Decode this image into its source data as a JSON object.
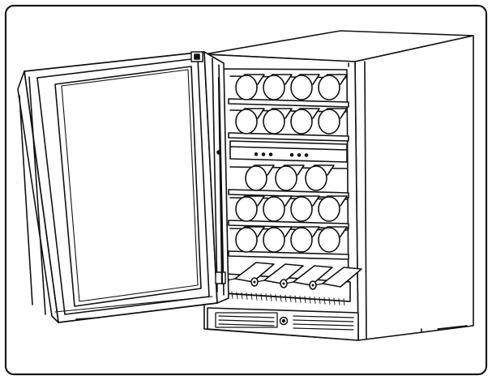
{
  "figure": {
    "subject": "wine-cooler-door-open",
    "frame_color": "#1a1a1a",
    "line_color": "#111111",
    "fill_color": "#ffffff",
    "shade_color": "#d9d9d9"
  },
  "cabinet": {
    "upper_zone_shelves": 2,
    "lower_zone_shelves": 3,
    "bottom_rack": 1,
    "control_panel_buttons": 6,
    "front_vent_slots": 4
  },
  "icons": {
    "door": "glass-door-icon",
    "bottle": "wine-bottle-icon",
    "lock": "lock-icon"
  }
}
